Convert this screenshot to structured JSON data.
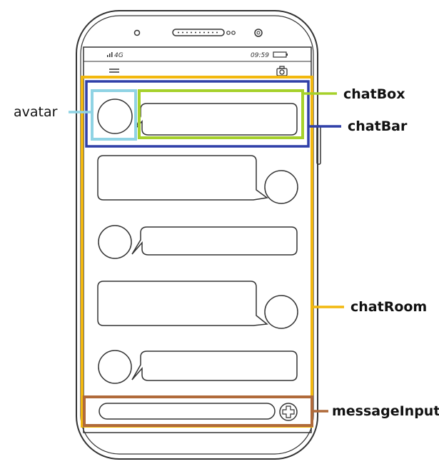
{
  "phone": {
    "status_left": "4G",
    "status_time": "09:59"
  },
  "labels": {
    "avatar": "avatar",
    "chatBox": "chatBox",
    "chatBar": "chatBar",
    "chatRoom": "chatRoom",
    "messageInput": "messageInput"
  },
  "colors": {
    "avatar": "#8fd3e4",
    "chatBox": "#a6d12b",
    "chatBar": "#2f3fa8",
    "chatRoom": "#f2b80e",
    "messageInput": "#b06a3a",
    "outline": "#333333"
  },
  "icons": {
    "menu": "hamburger-menu-icon",
    "camera": "camera-icon",
    "add": "plus-circle-icon"
  }
}
